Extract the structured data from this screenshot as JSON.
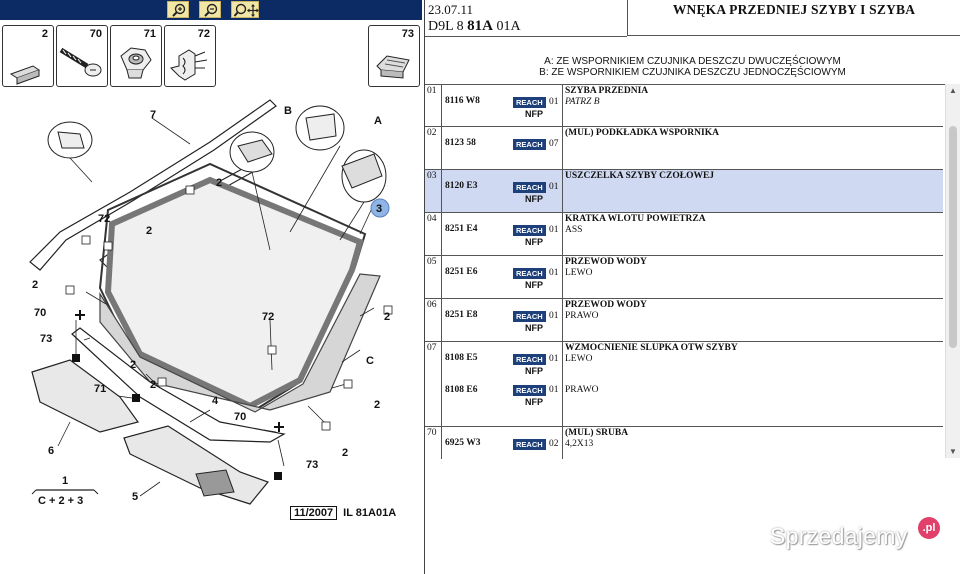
{
  "toolbar": {
    "buttons": [
      {
        "name": "zoom-in-icon"
      },
      {
        "name": "zoom-out-icon"
      },
      {
        "name": "zoom-pan-icon"
      }
    ]
  },
  "thumbnails": [
    {
      "num": "2",
      "icon": "seal-strip-icon"
    },
    {
      "num": "70",
      "icon": "screw-icon"
    },
    {
      "num": "71",
      "icon": "nut-icon"
    },
    {
      "num": "72",
      "icon": "clip-icon"
    },
    {
      "num": "73",
      "icon": "cap-icon"
    }
  ],
  "diagram": {
    "labels": [
      "7",
      "B",
      "A",
      "3",
      "2",
      "2",
      "72",
      "2",
      "2",
      "70",
      "73",
      "72",
      "C",
      "2",
      "2",
      "71",
      "2",
      "4",
      "70",
      "6",
      "73",
      "5",
      "2"
    ],
    "formula_top": "1",
    "formula_bottom": "C + 2 + 3",
    "stamp_date": "11/2007",
    "stamp_ref": "IL 81A01A"
  },
  "header": {
    "date": "23.07.11",
    "code_prefix": "D9L 8",
    "code_bold": "81A",
    "code_suffix": "01A",
    "title": "WNĘKA PRZEDNIEJ SZYBY I SZYBA",
    "note_a": "A: ZE WSPORNIKIEM CZUJNIKA DESZCZU DWUCZĘŚCIOWYM",
    "note_b": "B: ZE WSPORNIKIEM CZUJNIKA DESZCZU JEDNOCZĘŚCIOWYM"
  },
  "parts": [
    {
      "idx": "01",
      "ref": "8116 W8",
      "reach": "REACH",
      "nfp": "NFP",
      "qty": "01",
      "name": "SZYBA PRZEDNIA",
      "sub": "PATRZ B",
      "sub_italic": true,
      "selected": false
    },
    {
      "idx": "02",
      "ref": "8123 58",
      "reach": "REACH",
      "nfp": "",
      "qty": "07",
      "name": "(MUL) PODKŁADKA WSPORNIKA",
      "sub": "",
      "sub_italic": false,
      "selected": false
    },
    {
      "idx": "03",
      "ref": "8120 E3",
      "reach": "REACH",
      "nfp": "NFP",
      "qty": "01",
      "name": "USZCZELKA SZYBY CZOŁOWEJ",
      "sub": "",
      "sub_italic": false,
      "selected": true
    },
    {
      "idx": "04",
      "ref": "8251 E4",
      "reach": "REACH",
      "nfp": "NFP",
      "qty": "01",
      "name": "KRATKA WLOTU POWIETRZA",
      "sub": "ASS",
      "sub_italic": false,
      "selected": false
    },
    {
      "idx": "05",
      "ref": "8251 E6",
      "reach": "REACH",
      "nfp": "NFP",
      "qty": "01",
      "name": "PRZEWOD WODY",
      "sub": "LEWO",
      "sub_italic": false,
      "selected": false
    },
    {
      "idx": "06",
      "ref": "8251 E8",
      "reach": "REACH",
      "nfp": "NFP",
      "qty": "01",
      "name": "PRZEWOD WODY",
      "sub": "PRAWO",
      "sub_italic": false,
      "selected": false
    },
    {
      "idx": "07",
      "ref": "8108 E5",
      "reach": "REACH",
      "nfp": "NFP",
      "qty": "01",
      "name": "WZMOCNIENIE SLUPKA OTW SZYBY",
      "sub": "LEWO",
      "sub_italic": false,
      "selected": false,
      "extra": {
        "ref": "8108 E6",
        "reach": "REACH",
        "nfp": "NFP",
        "qty": "01",
        "sub": "PRAWO"
      }
    },
    {
      "idx": "70",
      "ref": "6925 W3",
      "reach": "REACH",
      "nfp": "",
      "qty": "02",
      "name": "(MUL) SRUBA",
      "sub": "4,2X13",
      "sub_italic": false,
      "selected": false
    }
  ],
  "watermark": {
    "text": "Sprzedajemy",
    "badge": ".pl"
  }
}
